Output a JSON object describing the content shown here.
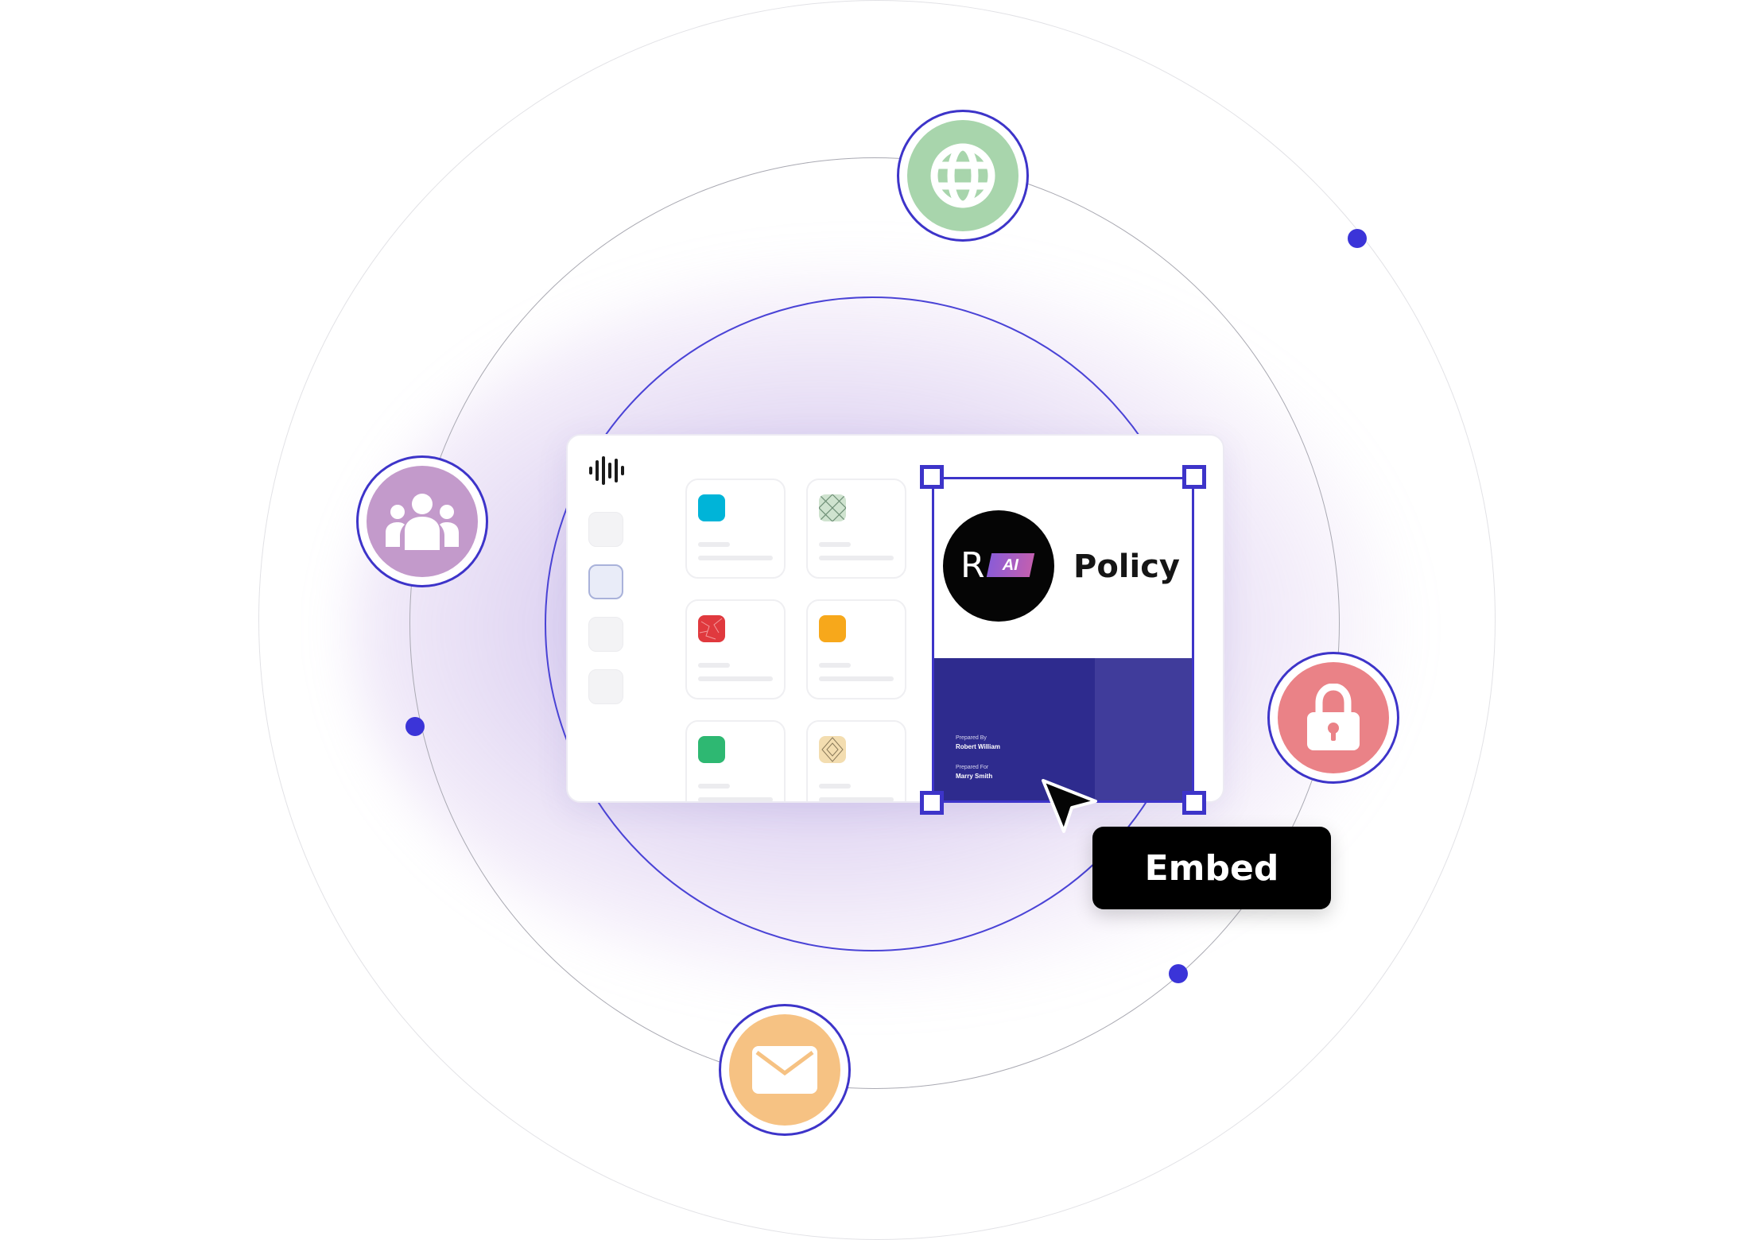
{
  "document": {
    "title": "Policy",
    "logo_letter": "R",
    "logo_badge": "AI",
    "prepared_by_label": "Prepared By",
    "prepared_by_name": "Robert William",
    "prepared_for_label": "Prepared For",
    "prepared_for_name": "Marry Smith"
  },
  "action": {
    "embed_label": "Embed"
  },
  "icons": {
    "globe": "globe-icon",
    "users": "users-icon",
    "lock": "lock-icon",
    "mail": "mail-icon",
    "app_logo": "waveform-logo-icon"
  },
  "colors": {
    "accent": "#3d34c9",
    "globe_bg": "#a8d5ac",
    "users_bg": "#c39acb",
    "lock_bg": "#ea8287",
    "mail_bg": "#f6c283",
    "doc_navy": "#2e2b8e"
  },
  "templates": [
    {
      "swatch": "#00b4d8"
    },
    {
      "swatch": "pattern-green"
    },
    {
      "swatch": "pattern-red"
    },
    {
      "swatch": "#f7a81b"
    },
    {
      "swatch": "#2eb872"
    },
    {
      "swatch": "pattern-gold"
    }
  ]
}
